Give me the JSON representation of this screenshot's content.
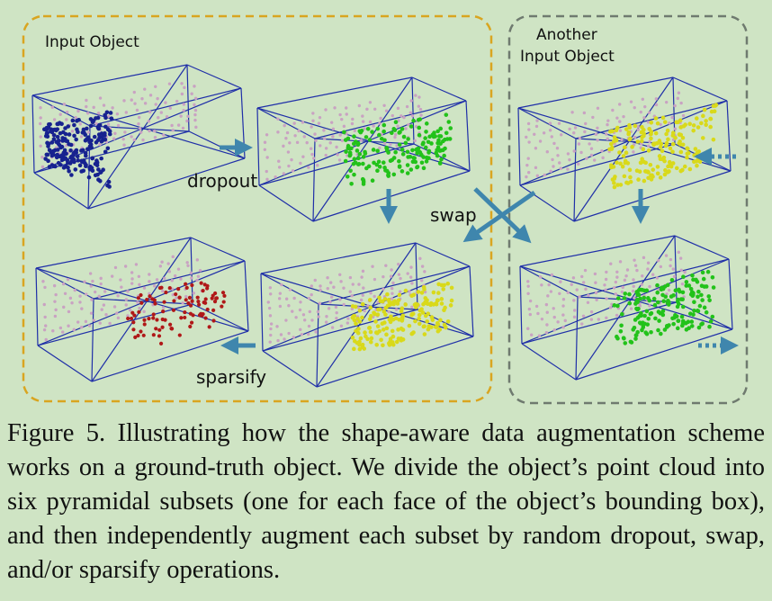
{
  "figure": {
    "labels": {
      "input_object": "Input Object",
      "another_line1": "Another",
      "another_line2": "Input Object",
      "dropout": "dropout",
      "swap": "swap",
      "sparsify": "sparsify"
    },
    "colors": {
      "background": "#cfe4c4",
      "box_edges": "#1f2fa8",
      "dash_left": "#d9a520",
      "dash_right": "#6f7a6f",
      "arrows": "#3f86ad",
      "points_base": "#c9a2c2",
      "points_dropout_subset": "#17228f",
      "points_green": "#22c21a",
      "points_red": "#b01818",
      "points_yellow": "#d9d91a"
    }
  },
  "caption": "Figure 5. Illustrating how the shape-aware data augmentation scheme works on a ground-truth object. We divide the object’s point cloud into six pyramidal subsets (one for each face of the object’s bounding box), and then independently augment each subset by random dropout, swap, and/or sparsify operations."
}
